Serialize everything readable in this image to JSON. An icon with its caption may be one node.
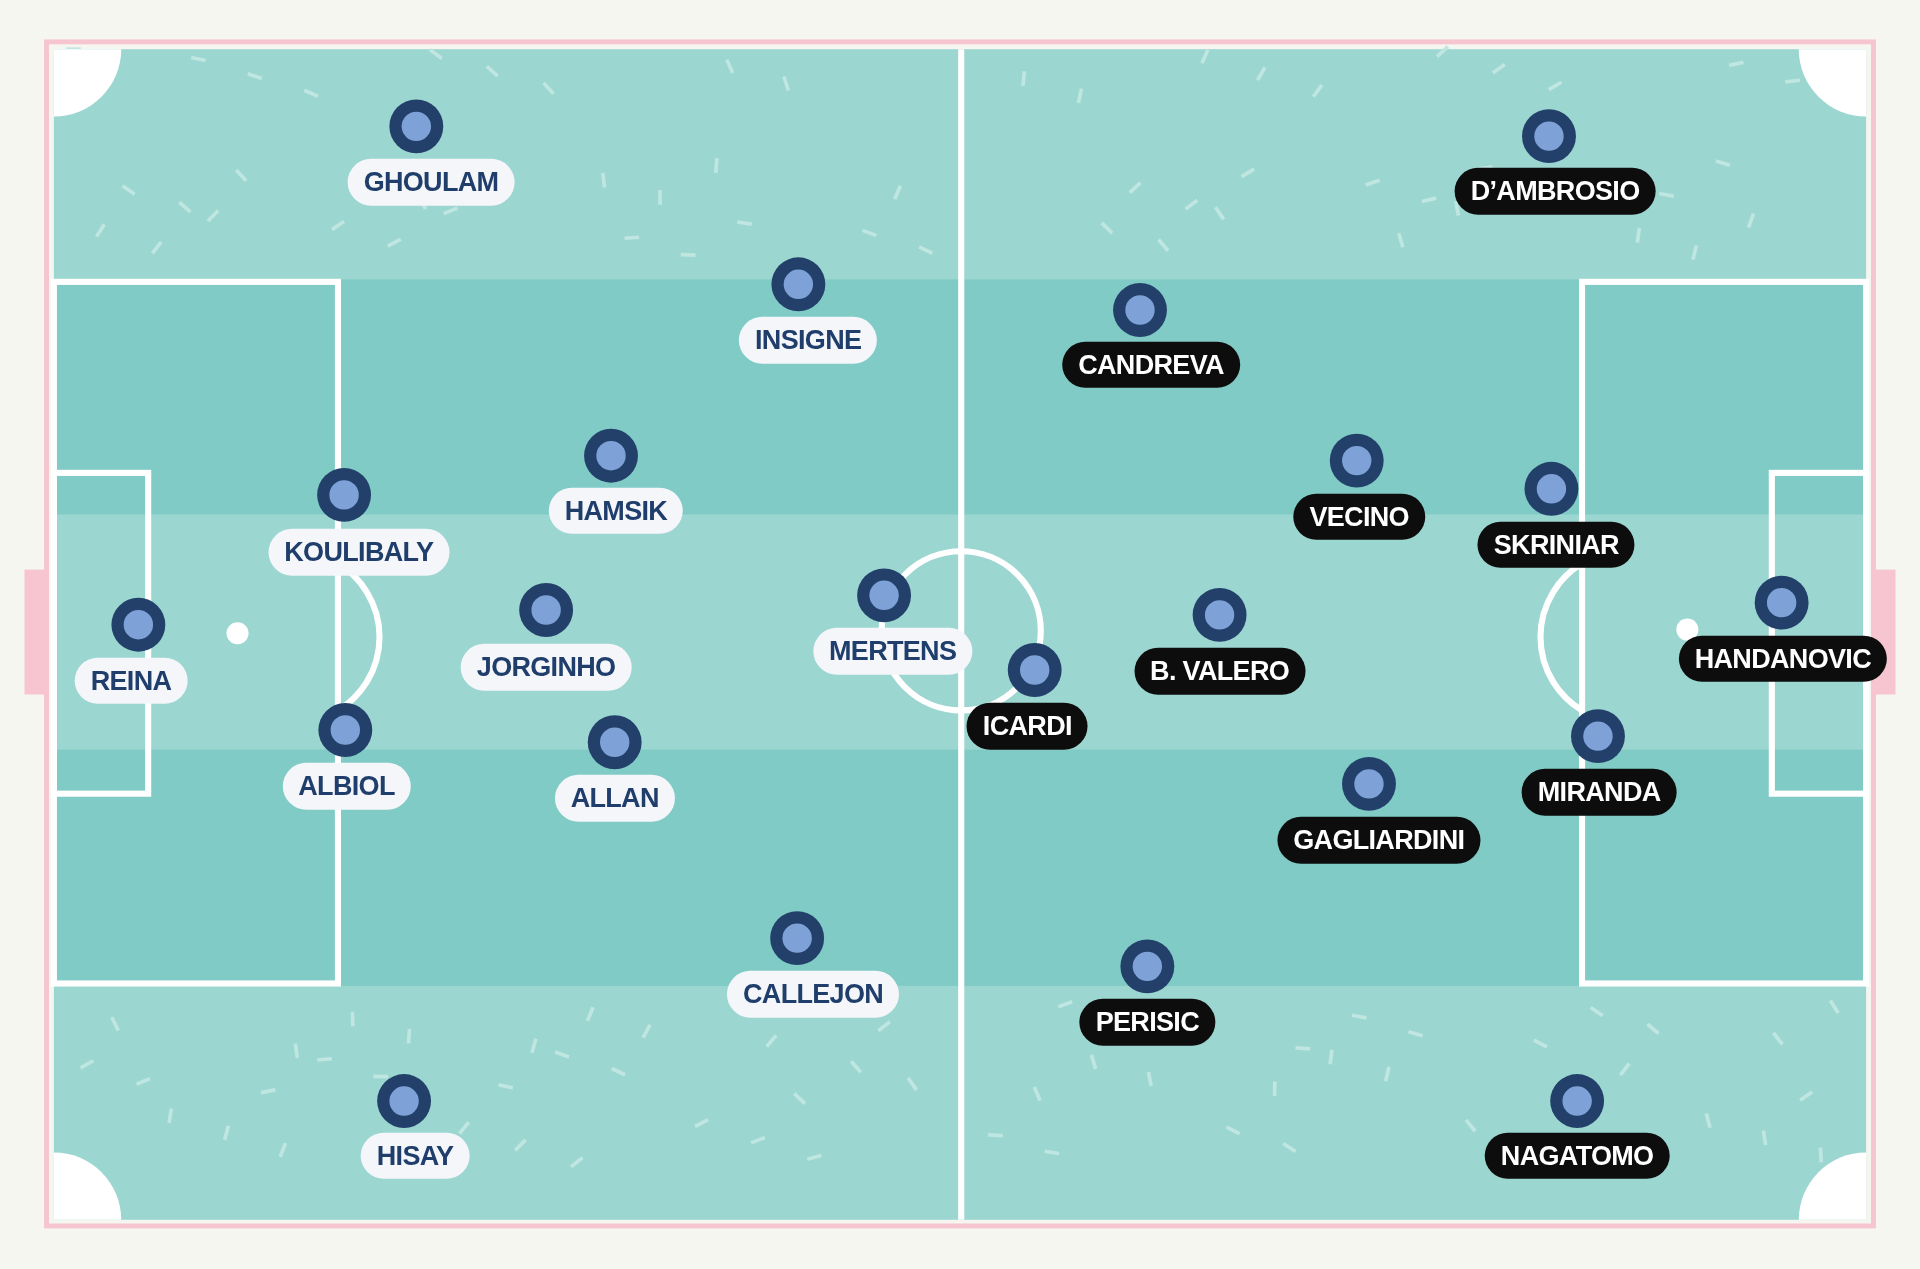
{
  "diagram": {
    "nodes": [
      {
        "text": [
          "GHOULAM"
        ]
      },
      {
        "text": [
          "INSIGNE"
        ]
      },
      {
        "text": [
          "HAMSIK"
        ]
      },
      {
        "text": [
          "KOULIBALY"
        ]
      },
      {
        "text": [
          "JORGINHO"
        ]
      },
      {
        "text": [
          "REINA"
        ]
      },
      {
        "text": [
          "MERTENS"
        ]
      },
      {
        "text": [
          "ALBIOL"
        ]
      },
      {
        "text": [
          "ALLAN"
        ]
      },
      {
        "text": [
          "CALLEJON"
        ]
      },
      {
        "text": [
          "HISAY"
        ]
      },
      {
        "text": [
          "D’AMBROSIO"
        ]
      },
      {
        "text": [
          "CANDREVA"
        ]
      },
      {
        "text": [
          "VECINO"
        ]
      },
      {
        "text": [
          "SKRINIAR"
        ]
      },
      {
        "text": [
          "HANDANOVIC"
        ]
      },
      {
        "text": [
          "B. VALERO"
        ]
      },
      {
        "text": [
          "ICARDI"
        ]
      },
      {
        "text": [
          "GAGLIARDINI"
        ]
      },
      {
        "text": [
          "MIRANDA"
        ]
      },
      {
        "text": [
          "PERISIC"
        ]
      },
      {
        "text": [
          "NAGATOMO"
        ]
      }
    ]
  }
}
